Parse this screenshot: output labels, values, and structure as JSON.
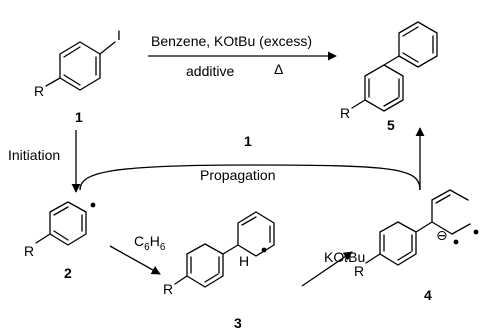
{
  "scheme": {
    "top_reagents": "Benzene, KOtBu (excess)",
    "top_additive": "additive",
    "heat_symbol": "Δ",
    "initiation": "Initiation",
    "propagation": "Propagation",
    "propagation_reagent": "1",
    "c6h6": "C6H6",
    "kotbu": "KOtBu"
  },
  "compounds": [
    {
      "id": "1",
      "label": "1"
    },
    {
      "id": "5",
      "label": "5"
    },
    {
      "id": "2",
      "label": "2"
    },
    {
      "id": "3",
      "label": "3"
    },
    {
      "id": "4",
      "label": "4"
    }
  ],
  "atoms": {
    "iodine": "I",
    "r_group": "R",
    "hydrogen": "H",
    "anion_symbol": "⊖"
  }
}
